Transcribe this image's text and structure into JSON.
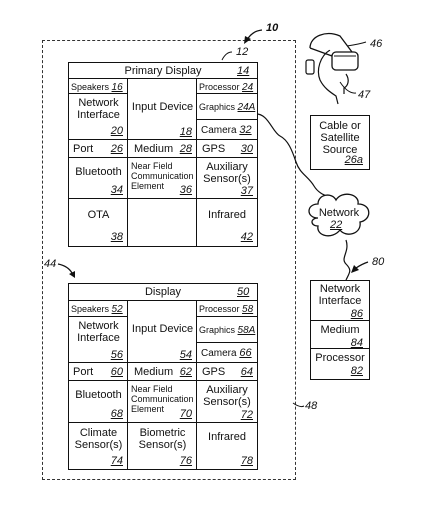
{
  "refs": {
    "fig": "10",
    "top_system": "12",
    "bottom_label": "44",
    "bottom_system": "48",
    "vr": "46",
    "vr_sub": "47",
    "remote": "80"
  },
  "top": {
    "title": "Primary Display",
    "title_num": "14",
    "speakers": "Speakers",
    "speakers_num": "16",
    "processor": "Processor",
    "processor_num": "24",
    "network": "Network\nInterface",
    "network_num": "20",
    "input": "Input Device",
    "input_num": "18",
    "graphics": "Graphics",
    "graphics_num": "24A",
    "camera": "Camera",
    "camera_num": "32",
    "port": "Port",
    "port_num": "26",
    "medium": "Medium",
    "medium_num": "28",
    "gps": "GPS",
    "gps_num": "30",
    "bluetooth": "Bluetooth",
    "bluetooth_num": "34",
    "nfc": "Near Field\nCommunication\nElement",
    "nfc_num": "36",
    "aux": "Auxiliary\nSensor(s)",
    "aux_num": "37",
    "ota": "OTA",
    "ota_num": "38",
    "infrared": "Infrared",
    "infrared_num": "42"
  },
  "bottom": {
    "title": "Display",
    "title_num": "50",
    "speakers": "Speakers",
    "speakers_num": "52",
    "processor": "Processor",
    "processor_num": "58",
    "network": "Network\nInterface",
    "network_num": "56",
    "input": "Input Device",
    "input_num": "54",
    "graphics": "Graphics",
    "graphics_num": "58A",
    "camera": "Camera",
    "camera_num": "66",
    "port": "Port",
    "port_num": "60",
    "medium": "Medium",
    "medium_num": "62",
    "gps": "GPS",
    "gps_num": "64",
    "bluetooth": "Bluetooth",
    "bluetooth_num": "68",
    "nfc": "Near Field\nCommunication\nElement",
    "nfc_num": "70",
    "aux": "Auxiliary\nSensor(s)",
    "aux_num": "72",
    "climate": "Climate\nSensor(s)",
    "climate_num": "74",
    "biometric": "Biometric\nSensor(s)",
    "biometric_num": "76",
    "infrared": "Infrared",
    "infrared_num": "78"
  },
  "cable": {
    "label": "Cable or\nSatellite\nSource",
    "num": "26a"
  },
  "network": {
    "label": "Network",
    "num": "22"
  },
  "remote": {
    "network": "Network\nInterface",
    "network_num": "86",
    "medium": "Medium",
    "medium_num": "84",
    "processor": "Processor",
    "processor_num": "82"
  }
}
